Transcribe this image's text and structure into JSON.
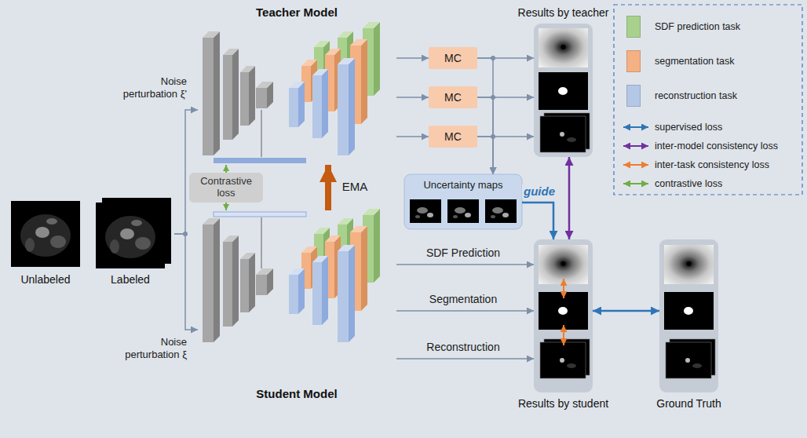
{
  "diagram": {
    "nodes": [
      {
        "text": [
          "Teacher Model"
        ]
      },
      {
        "text": [
          "Student Model"
        ]
      },
      {
        "text": [
          "Unlabeled",
          "Labeled"
        ]
      },
      {
        "text": [
          "Contrastive loss"
        ]
      },
      {
        "text": [
          "MC"
        ]
      },
      {
        "text": [
          "MC"
        ]
      },
      {
        "text": [
          "MC"
        ]
      },
      {
        "text": [
          "Uncertainty maps"
        ]
      },
      {
        "text": [
          "Results by teacher"
        ]
      },
      {
        "text": [
          "Results by student"
        ]
      },
      {
        "text": [
          "Ground Truth"
        ]
      }
    ],
    "edges": [
      {
        "from": 2,
        "to": 0,
        "arrow": "to"
      },
      {
        "from": 2,
        "to": 1,
        "arrow": "to"
      },
      {
        "from": 3,
        "to": 0,
        "arrow": "to"
      },
      {
        "from": 3,
        "to": 1,
        "arrow": "to"
      },
      {
        "from": 1,
        "to": 0,
        "label": "EMA",
        "arrow": "to"
      },
      {
        "from": 0,
        "to": 4,
        "arrow": "to"
      },
      {
        "from": 0,
        "to": 5,
        "arrow": "to"
      },
      {
        "from": 0,
        "to": 6,
        "arrow": "to"
      },
      {
        "from": 4,
        "to": 8,
        "arrow": "to"
      },
      {
        "from": 5,
        "to": 8,
        "arrow": "to"
      },
      {
        "from": 6,
        "to": 8,
        "arrow": "to"
      },
      {
        "from": 4,
        "to": 7,
        "arrow": "to"
      },
      {
        "from": 5,
        "to": 7,
        "arrow": "to"
      },
      {
        "from": 6,
        "to": 7,
        "arrow": "to"
      },
      {
        "from": 7,
        "to": 9,
        "label": "guide",
        "arrow": "to"
      },
      {
        "from": 8,
        "to": 9,
        "arrow": "both"
      },
      {
        "from": 1,
        "to": 9,
        "label": "SDF Prediction",
        "arrow": "to"
      },
      {
        "from": 1,
        "to": 9,
        "label": "Segmentation",
        "arrow": "to"
      },
      {
        "from": 1,
        "to": 9,
        "label": "Reconstruction",
        "arrow": "to"
      },
      {
        "from": 9,
        "to": 10,
        "arrow": "both"
      }
    ],
    "labels": [
      "Noise perturbation ξ'",
      "Noise perturbation ξ"
    ],
    "legend": [
      {
        "text": "SDF prediction task",
        "color": "#a9d18e"
      },
      {
        "text": "segmentation task",
        "color": "#f4b183"
      },
      {
        "text": "reconstruction task",
        "color": "#b4c7e7"
      },
      {
        "text": "supervised loss"
      },
      {
        "text": "inter-model consistency loss"
      },
      {
        "text": "inter-task consistency loss"
      },
      {
        "text": "contrastive loss"
      }
    ]
  }
}
